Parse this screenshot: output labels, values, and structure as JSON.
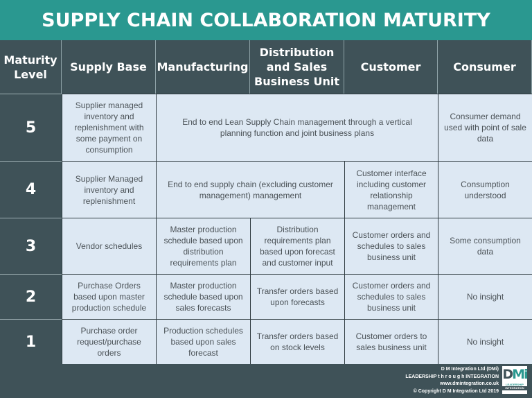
{
  "title": "SUPPLY CHAIN COLLABORATION MATURITY",
  "colors": {
    "title_bg": "#2a9890",
    "header_bg": "#3f5258",
    "cell_bg": "#dde8f3",
    "cell_text": "#4b5257"
  },
  "headers": [
    "Maturity\nLevel",
    "Supply Base",
    "Manufacturing",
    "Distribution\nand Sales\nBusiness Unit",
    "Customer",
    "Consumer"
  ],
  "rows": [
    {
      "level": "5",
      "supply_base": "Supplier managed inventory and replenishment with some payment on consumption",
      "span_mfg_dist_customer": "End to end Lean Supply Chain management through a vertical planning function and joint business plans",
      "consumer": "Consumer demand used with point of sale data"
    },
    {
      "level": "4",
      "supply_base": "Supplier Managed inventory and replenishment",
      "span_mfg_dist": "End to end supply chain (excluding customer management) management",
      "customer": "Customer interface including customer relationship management",
      "consumer": "Consumption understood"
    },
    {
      "level": "3",
      "supply_base": "Vendor schedules",
      "manufacturing": "Master production schedule based upon distribution requirements plan",
      "distribution": "Distribution requirements plan based upon forecast and customer input",
      "customer": "Customer orders and schedules to sales business unit",
      "consumer": "Some consumption data"
    },
    {
      "level": "2",
      "supply_base": "Purchase Orders based upon master production schedule",
      "manufacturing": "Master production schedule based upon sales forecasts",
      "distribution": "Transfer orders based upon forecasts",
      "customer": "Customer orders and schedules to sales business unit",
      "consumer": "No insight"
    },
    {
      "level": "1",
      "supply_base": "Purchase order request/purchase orders",
      "manufacturing": "Production schedules based upon sales forecast",
      "distribution": "Transfer orders based on stock levels",
      "customer": "Customer orders to sales business unit",
      "consumer": "No insight"
    }
  ],
  "footer": {
    "company": "D M Integration Ltd (DMi)",
    "tagline": "LEADERSHIP t h r o u g h INTEGRATION",
    "website": "www.dmintegration.co.uk",
    "copyright": "© Copyright D M Integration Ltd 2019",
    "logo": {
      "mark_a": "D",
      "mark_b": "Mi",
      "line1": "LEADERSHIP",
      "line2": "INTEGRATION"
    }
  }
}
